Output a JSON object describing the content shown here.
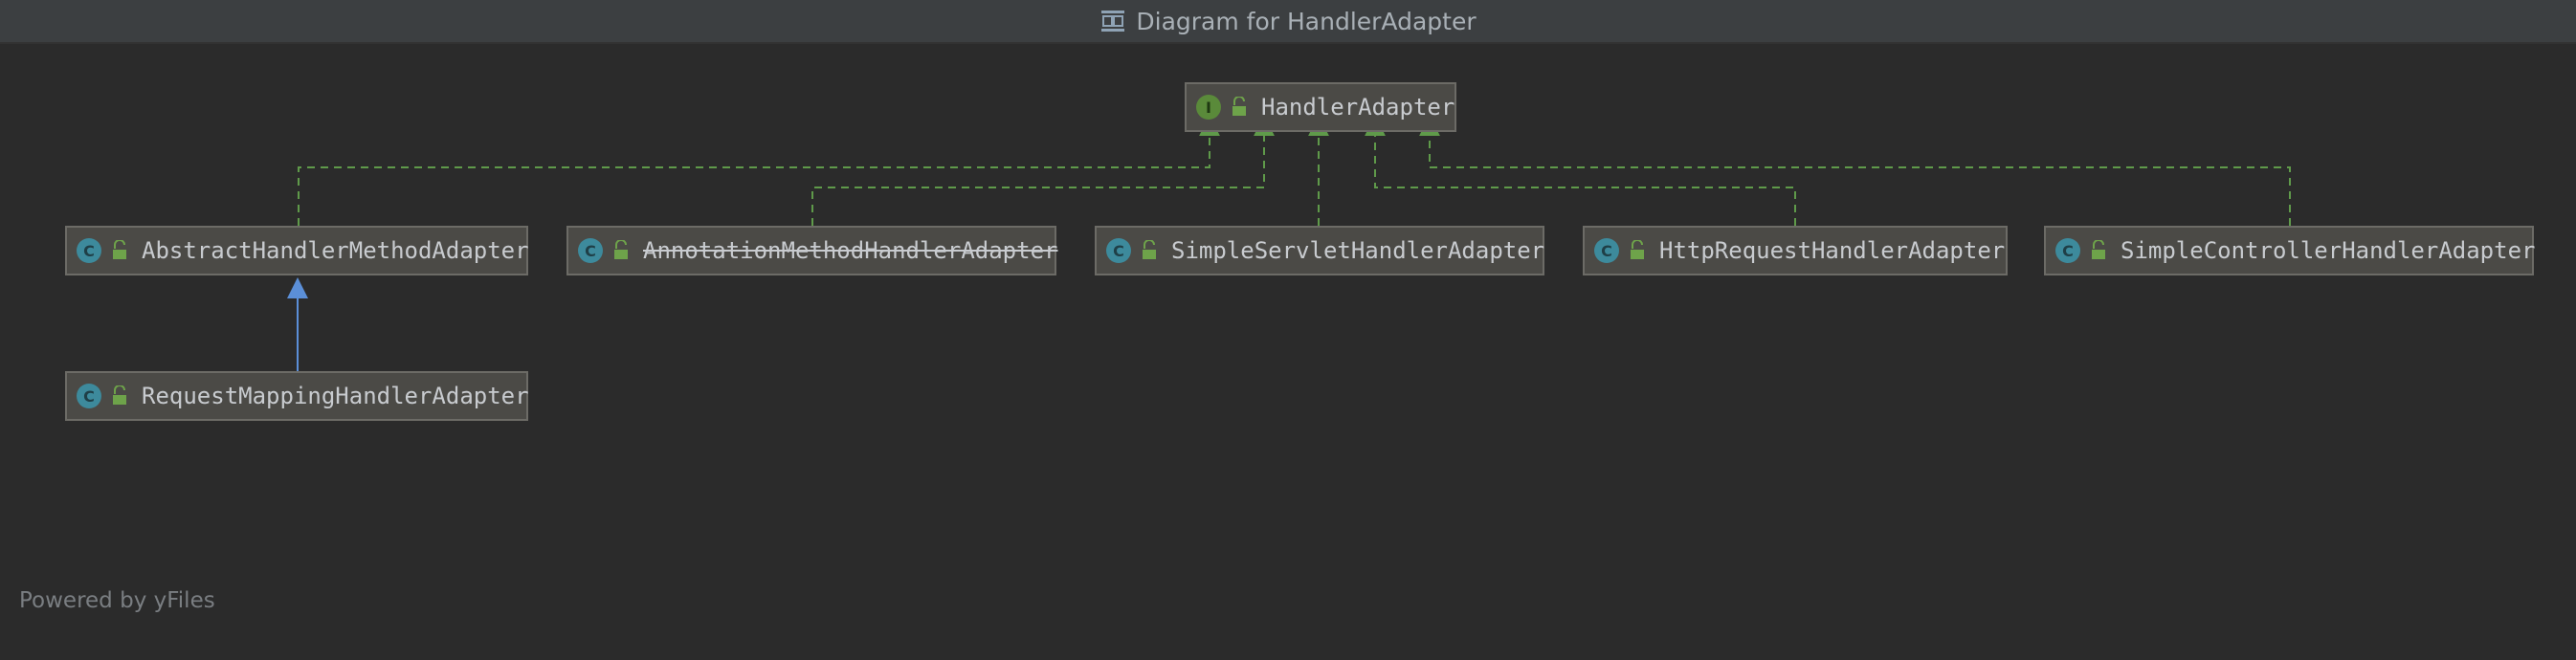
{
  "window": {
    "title": "Diagram for HandlerAdapter",
    "title_icon": "diagram-icon"
  },
  "nodes": {
    "handler_adapter": {
      "label": "HandlerAdapter",
      "kind": "interface",
      "kind_letter": "I"
    },
    "abstract_handler_method_adapter": {
      "label": "AbstractHandlerMethodAdapter",
      "kind": "abstract-class",
      "kind_letter": "C"
    },
    "annotation_method_handler_adapter": {
      "label": "AnnotationMethodHandlerAdapter",
      "kind": "class",
      "kind_letter": "C",
      "deprecated": true
    },
    "simple_servlet_handler_adapter": {
      "label": "SimpleServletHandlerAdapter",
      "kind": "class",
      "kind_letter": "C"
    },
    "http_request_handler_adapter": {
      "label": "HttpRequestHandlerAdapter",
      "kind": "class",
      "kind_letter": "C"
    },
    "simple_controller_handler_adapter": {
      "label": "SimpleControllerHandlerAdapter",
      "kind": "class",
      "kind_letter": "C"
    },
    "request_mapping_handler_adapter": {
      "label": "RequestMappingHandlerAdapter",
      "kind": "class",
      "kind_letter": "C"
    }
  },
  "edges": [
    {
      "from": "AbstractHandlerMethodAdapter",
      "to": "HandlerAdapter",
      "relation": "implements"
    },
    {
      "from": "AnnotationMethodHandlerAdapter",
      "to": "HandlerAdapter",
      "relation": "implements"
    },
    {
      "from": "SimpleServletHandlerAdapter",
      "to": "HandlerAdapter",
      "relation": "implements"
    },
    {
      "from": "HttpRequestHandlerAdapter",
      "to": "HandlerAdapter",
      "relation": "implements"
    },
    {
      "from": "SimpleControllerHandlerAdapter",
      "to": "HandlerAdapter",
      "relation": "implements"
    },
    {
      "from": "RequestMappingHandlerAdapter",
      "to": "AbstractHandlerMethodAdapter",
      "relation": "extends"
    }
  ],
  "colors": {
    "background": "#2b2b2b",
    "implements_edge": "#5f9a4a",
    "extends_edge": "#5b8fd8",
    "node_fill": "#4b4a46",
    "class_icon": "#3d8a9c",
    "interface_icon": "#5a8a3a"
  },
  "footer": {
    "text": "Powered by yFiles"
  }
}
